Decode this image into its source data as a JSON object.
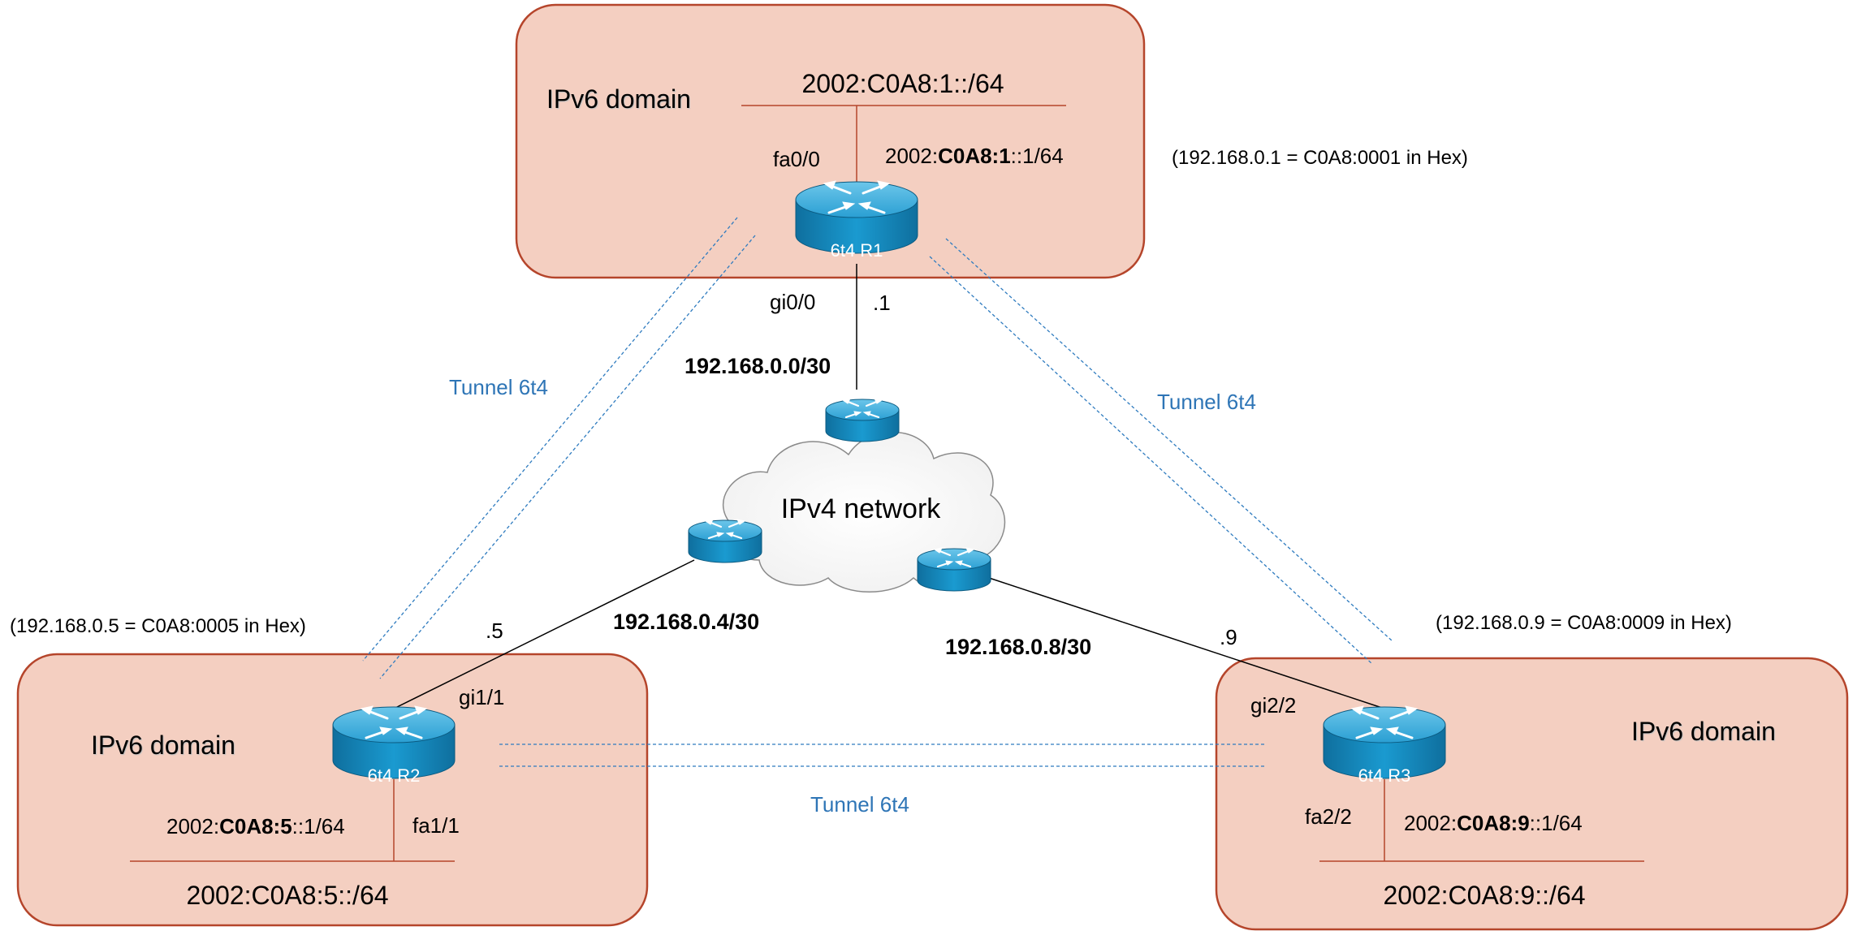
{
  "domains": {
    "r1": {
      "label": "IPv6 domain",
      "prefix": "2002:C0A8:1::/64"
    },
    "r2": {
      "label": "IPv6 domain",
      "prefix": "2002:C0A8:5::/64"
    },
    "r3": {
      "label": "IPv6 domain",
      "prefix": "2002:C0A8:9::/64"
    }
  },
  "routers": {
    "r1": {
      "name": "6t4 R1",
      "lan_if": "fa0/0",
      "wan_if": "gi0/0",
      "host_id": ".1",
      "addr": {
        "pre": "2002:",
        "bold": "C0A8:1",
        "post": "::1/64"
      },
      "hex_note": "(192.168.0.1 = C0A8:0001 in Hex)"
    },
    "r2": {
      "name": "6t4 R2",
      "lan_if": "fa1/1",
      "wan_if": "gi1/1",
      "host_id": ".5",
      "addr": {
        "pre": "2002:",
        "bold": "C0A8:5",
        "post": "::1/64"
      },
      "hex_note": "(192.168.0.5 = C0A8:0005 in Hex)"
    },
    "r3": {
      "name": "6t4 R3",
      "lan_if": "fa2/2",
      "wan_if": "gi2/2",
      "host_id": ".9",
      "addr": {
        "pre": "2002:",
        "bold": "C0A8:9",
        "post": "::1/64"
      },
      "hex_note": "(192.168.0.9 = C0A8:0009 in Hex)"
    }
  },
  "ipv4": {
    "cloud_label": "IPv4 network",
    "subnets": [
      "192.168.0.0/30",
      "192.168.0.4/30",
      "192.168.0.8/30"
    ]
  },
  "tunnels": {
    "label": "Tunnel 6t4"
  },
  "colors": {
    "domain_fill": "#f4cfc1",
    "domain_border": "#b5452b",
    "tunnel": "#2e7bbf",
    "router_body": "#1a8fc4"
  }
}
